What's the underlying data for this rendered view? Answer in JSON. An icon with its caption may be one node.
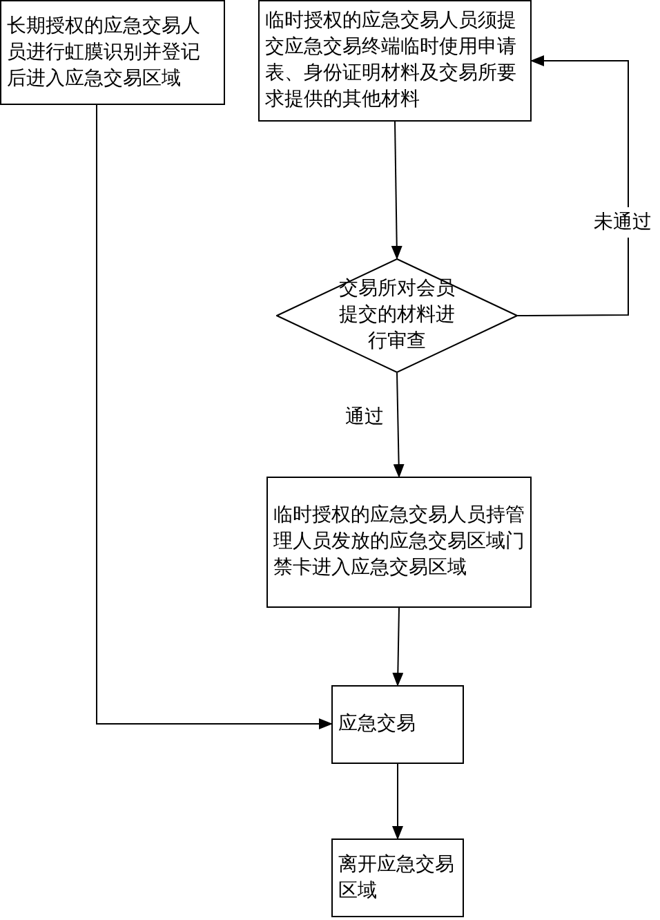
{
  "diagram": {
    "nodes": [
      {
        "text": [
          "长期授权的应急交易人员进行虹膜识别并登记后进入应急交易区域"
        ]
      },
      {
        "text": [
          "临时授权的应急交易人员须提交应急交易终端临时使用申请表、身份证明材料及交易所要求提供的其他材料"
        ]
      },
      {
        "text": [
          "交易所对会员提交的材料进行审查"
        ]
      },
      {
        "text": [
          "临时授权的应急交易人员持管理人员发放的应急交易区域门禁卡进入应急交易区域"
        ]
      },
      {
        "text": [
          "应急交易"
        ]
      },
      {
        "text": [
          "离开应急交易区域"
        ]
      }
    ],
    "edges": [
      {
        "from": 1,
        "to": 2,
        "arrow": "to"
      },
      {
        "from": 2,
        "to": 3,
        "arrow": "to",
        "label": "通过"
      },
      {
        "from": 2,
        "to": 1,
        "arrow": "to",
        "label": "未通过"
      },
      {
        "from": 3,
        "to": 4,
        "arrow": "to"
      },
      {
        "from": 0,
        "to": 4,
        "arrow": "to"
      },
      {
        "from": 4,
        "to": 5,
        "arrow": "to"
      }
    ]
  }
}
